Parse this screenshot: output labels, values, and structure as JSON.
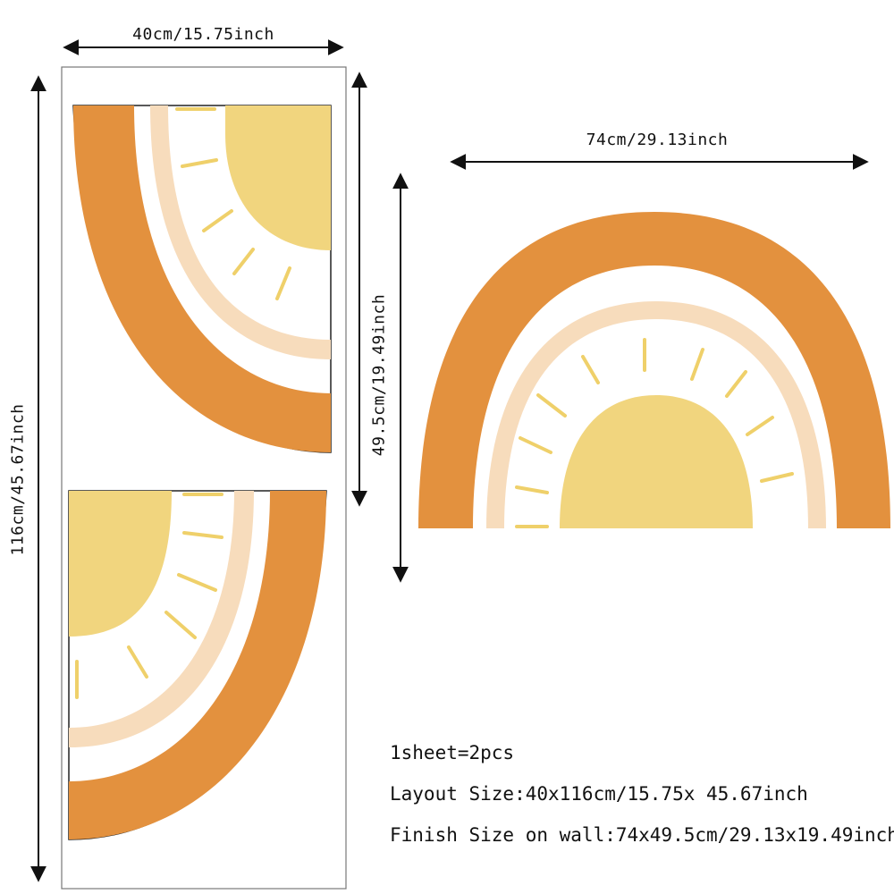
{
  "dimensions": {
    "layout_width": "40cm/15.75inch",
    "layout_height": "116cm/45.67inch",
    "piece_height": "49.5cm/19.49inch",
    "finish_width": "74cm/29.13inch"
  },
  "info": {
    "sheet": "1sheet=2pcs",
    "layout_size": "Layout Size:40x116cm/15.75x 45.67inch",
    "finish_size": "Finish Size on wall:74x49.5cm/29.13x19.49inch"
  },
  "colors": {
    "outer_arc": "#e3913e",
    "inner_arc": "#f7dcbc",
    "sun": "#f1d57e",
    "rays": "#efd06a"
  }
}
